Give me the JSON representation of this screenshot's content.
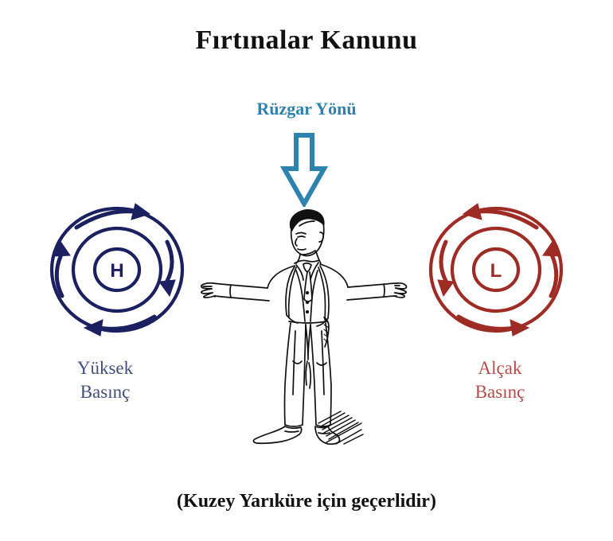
{
  "title": "Fırtınalar Kanunu",
  "wind": {
    "label": "Rüzgar Yönü",
    "arrow_icon": "down-arrow-icon",
    "color": "#2e83ae",
    "direction": "down"
  },
  "footnote": "(Kuzey Yarıküre için geçerlidir)",
  "pressure_systems": [
    {
      "id": "high",
      "center_letter": "H",
      "caption": "Yüksek\nBasınç",
      "caption_color": "#414f7d",
      "stroke_color": "#1a2060",
      "rotation": "clockwise",
      "flow": "outward",
      "ring_count": 3,
      "side": "left"
    },
    {
      "id": "low",
      "center_letter": "L",
      "caption": "Alçak\nBasınç",
      "caption_color": "#b34c4b",
      "stroke_color": "#9e2b24",
      "rotation": "counterclockwise",
      "flow": "inward",
      "ring_count": 3,
      "side": "right"
    }
  ],
  "figure": {
    "name": "man-with-outstretched-arms",
    "description": "Line drawing of a man in a suit standing with both arms extended horizontally",
    "line_color": "#111111"
  },
  "colors": {
    "background": "#ffffff",
    "title": "#111111",
    "accent_blue": "#2e83ae",
    "high_navy": "#1a2060",
    "low_red": "#9e2b24"
  }
}
